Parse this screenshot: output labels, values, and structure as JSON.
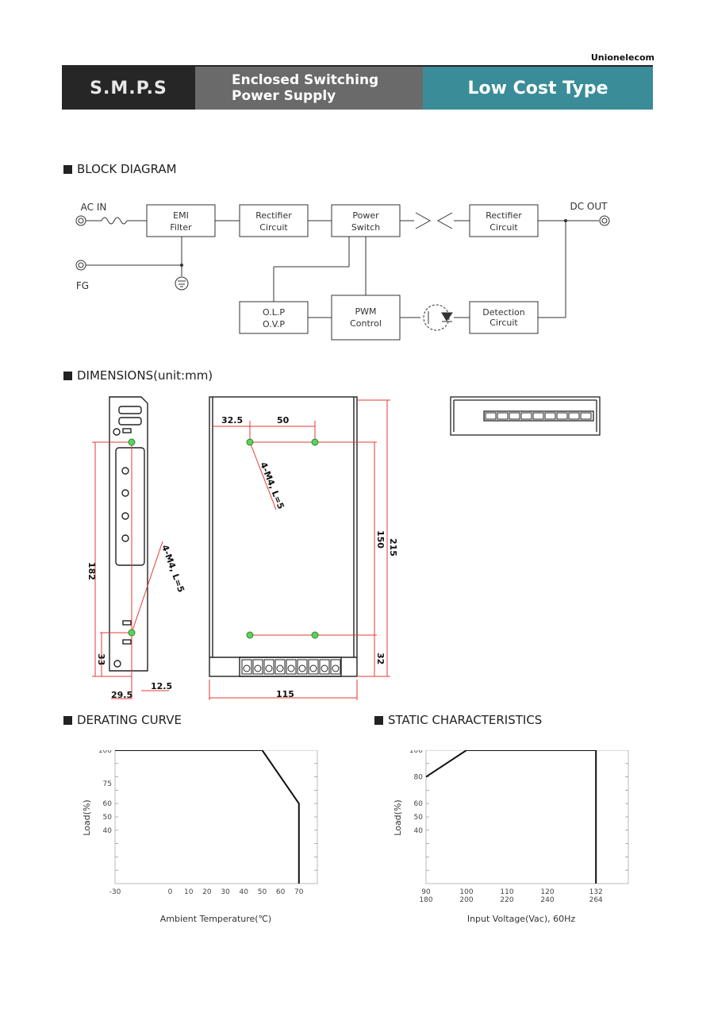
{
  "header": {
    "brand": "Unionelecom",
    "box1": "S.M.P.S",
    "box2_line1": "Enclosed Switching",
    "box2_line2": "Power Supply",
    "box3": "Low Cost Type"
  },
  "sections": {
    "block": "BLOCK DIAGRAM",
    "dims": "DIMENSIONS(unit:mm)",
    "derating": "DERATING CURVE",
    "static": "STATIC CHARACTERISTICS"
  },
  "block": {
    "ac_in": "AC IN",
    "fg": "FG",
    "dc_out": "DC OUT",
    "emi1": "EMI",
    "emi2": "Filter",
    "rect1": "Rectifier",
    "rect2": "Circuit",
    "psw1": "Power",
    "psw2": "Switch",
    "rect3": "Rectifier",
    "rect4": "Circuit",
    "olp1": "O.L.P",
    "olp2": "O.V.P",
    "pwm1": "PWM",
    "pwm2": "Control",
    "det1": "Detection",
    "det2": "Circuit"
  },
  "dims": {
    "d182": "182",
    "d33": "33",
    "d12_5": "12.5",
    "d29_5": "29.5",
    "d32_5": "32.5",
    "d50": "50",
    "d150": "150",
    "d215": "215",
    "d32": "32",
    "d115": "115",
    "screw": "4-M4, L=5"
  },
  "charts": {
    "derating_ylabel": "Load(%)",
    "derating_xlabel": "Ambient Temperature(℃)",
    "static_ylabel": "Load(%)",
    "static_xlabel": "Input Voltage(Vac), 60Hz"
  },
  "chart_data": [
    {
      "type": "line",
      "xlabel": "Ambient Temperature(℃)",
      "ylabel": "Load(%)",
      "x_ticks": [
        "-30",
        "0",
        "10",
        "20",
        "30",
        "40",
        "50",
        "60",
        "70"
      ],
      "y_ticks": [
        "100",
        "75",
        "60",
        "50",
        "40"
      ],
      "xlim": [
        -30,
        80
      ],
      "ylim": [
        0,
        100
      ],
      "x": [
        -30,
        50,
        70,
        70
      ],
      "y": [
        100,
        100,
        60,
        0
      ]
    },
    {
      "type": "line",
      "xlabel": "Input Voltage(Vac), 60Hz",
      "ylabel": "Load(%)",
      "x_ticks": [
        "90",
        "100",
        "110",
        "120",
        "132"
      ],
      "x_ticks2": [
        "180",
        "200",
        "220",
        "240",
        "264"
      ],
      "y_ticks": [
        "100",
        "80",
        "60",
        "50",
        "40"
      ],
      "xlim": [
        90,
        140
      ],
      "ylim": [
        0,
        100
      ],
      "x": [
        90,
        100,
        132,
        132
      ],
      "y": [
        80,
        100,
        100,
        0
      ]
    }
  ]
}
